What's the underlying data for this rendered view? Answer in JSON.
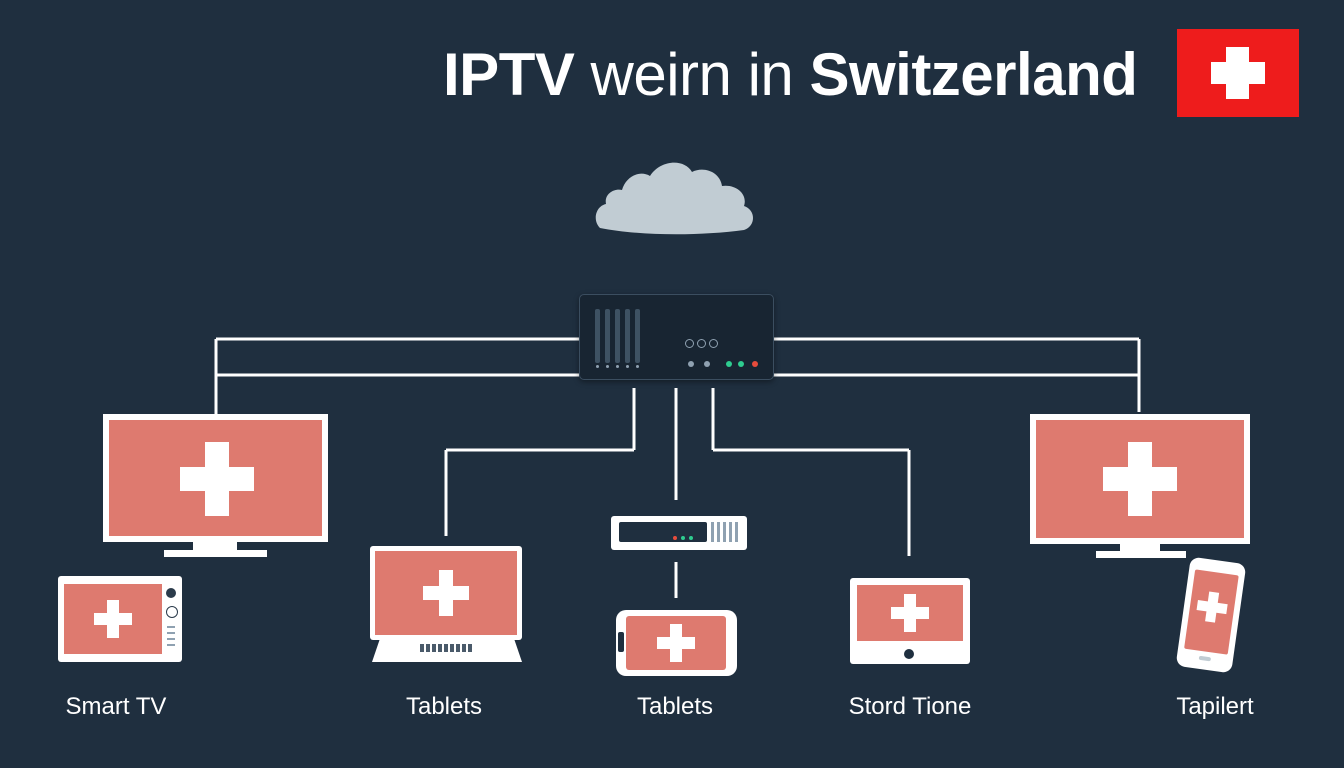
{
  "title": {
    "part1": "IPTV",
    "part2": "weirn i",
    "part3": "n",
    "part4": "Switzerland"
  },
  "colors": {
    "background": "#1f2f3f",
    "screen_red": "#de7a6f",
    "flag_red": "#ee1c1c",
    "cloud": "#c1ccd3",
    "white": "#ffffff"
  },
  "icons": {
    "cloud": "cloud-icon",
    "router": "router-icon",
    "flag": "swiss-flag-icon"
  },
  "devices": [
    {
      "label": "Smart TV"
    },
    {
      "label": "Tablets"
    },
    {
      "label": "Tablets"
    },
    {
      "label": "Stord Tione"
    },
    {
      "label": "Tapilert"
    }
  ]
}
